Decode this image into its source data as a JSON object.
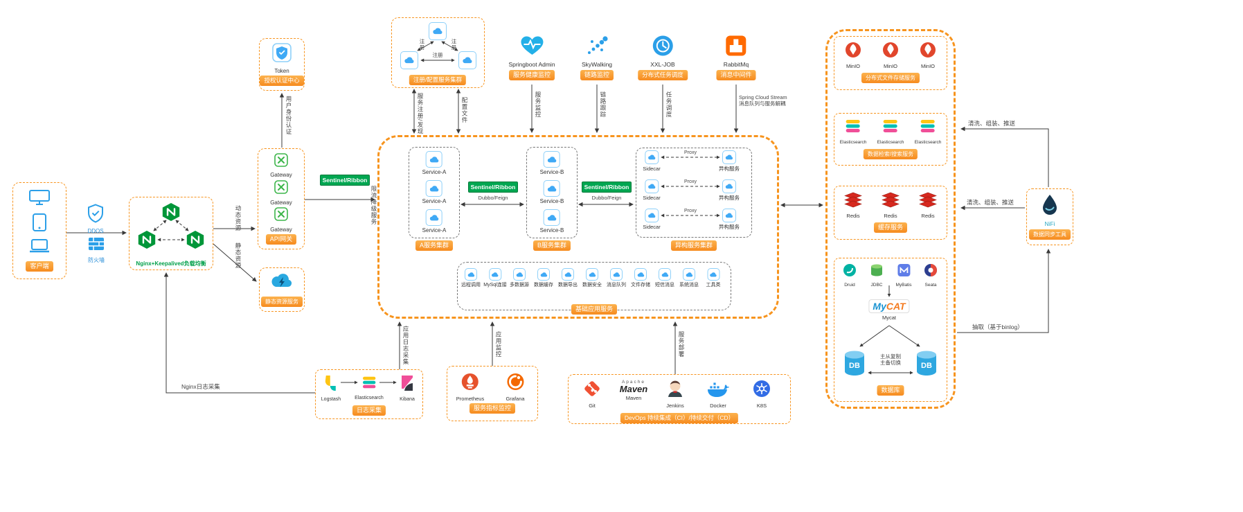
{
  "client": {
    "label": "客户端"
  },
  "security": {
    "ddos": "DDOS",
    "firewall": "防火墙"
  },
  "nginx": {
    "label": "Nginx+Keepalived负载均衡"
  },
  "auth": {
    "app": "Token",
    "label": "授权认证中心"
  },
  "gateway": {
    "items": [
      "Gateway",
      "Gateway",
      "Gateway"
    ],
    "label": "API网关"
  },
  "static_res": {
    "label": "静态资源服务"
  },
  "registry": {
    "label": "注册/配置服务集群",
    "register": "注册"
  },
  "monitors": [
    {
      "name": "Springboot Admin",
      "label": "服务健康监控",
      "edge": "服务监控"
    },
    {
      "name": "SkyWalking",
      "label": "链路监控",
      "edge": "链路跟踪"
    },
    {
      "name": "XXL-JOB",
      "label": "分布式任务调度",
      "edge": "任务调度"
    },
    {
      "name": "RabbitMq",
      "label": "消息中间件",
      "edge1": "Spring Cloud Stream",
      "edge2": "消息队列与服务解耦"
    }
  ],
  "edges": {
    "dynamic": "动态资源",
    "static": "静态资源",
    "auth": "用户身份认证",
    "limit": "限流降级服务",
    "register_discover": "服务注册/发现",
    "config": "配置文件",
    "sentinel": "Sentinel/Ribbon",
    "dubbo": "Dubbo/Feign",
    "proxy": "Proxy",
    "app_log": "应用日志采集",
    "app_monitor": "应用监控",
    "deploy": "服务部署",
    "nginx_log": "Nginx日志采集",
    "clean": "清洗、组装、推送",
    "extract": "抽取（基于binlog）"
  },
  "cluster_a": {
    "items": [
      "Service-A",
      "Service-A",
      "Service-A"
    ],
    "label": "A服务集群"
  },
  "cluster_b": {
    "items": [
      "Service-B",
      "Service-B",
      "Service-B"
    ],
    "label": "B服务集群"
  },
  "hetero": {
    "left": "Sidecar",
    "right": "异构服务",
    "label": "异构服务集群"
  },
  "base": {
    "items": [
      "远程调用",
      "MySql连接",
      "多数据源",
      "数据缓存",
      "数据导出",
      "数据安全",
      "消息队列",
      "文件存储",
      "短信消息",
      "系统消息",
      "工具类"
    ],
    "label": "基础应用服务"
  },
  "minio": {
    "item": "MinIO",
    "label": "分布式文件存储服务"
  },
  "es": {
    "item": "Elasticsearch",
    "label": "数据检索/搜索服务"
  },
  "redis": {
    "item": "Redis",
    "label": "缓存服务"
  },
  "db": {
    "tools": [
      "Druid",
      "JDBC",
      "MyBatis",
      "Seata"
    ],
    "mycat_logo": {
      "my": "My",
      "cat": "CAT"
    },
    "mycat": "Mycat",
    "db_label": "DB",
    "replica": "主从复制",
    "switch": "主备切换",
    "label": "数据库"
  },
  "nifi": {
    "name": "NiFi",
    "label": "数据同步工具"
  },
  "logging": {
    "items": [
      "Logstash",
      "Elasticsearch",
      "Kibana"
    ],
    "label": "日志采集"
  },
  "metrics": {
    "items": [
      "Prometheus",
      "Grafana"
    ],
    "label": "服务指标监控"
  },
  "devops": {
    "items": [
      "Git",
      "Maven",
      "Jenkins",
      "Docker",
      "K8S"
    ],
    "maven_logo": {
      "top": "Apache",
      "main": "Maven"
    },
    "label": "DevOps 持续集成（CI）/持续交付（CD）"
  }
}
